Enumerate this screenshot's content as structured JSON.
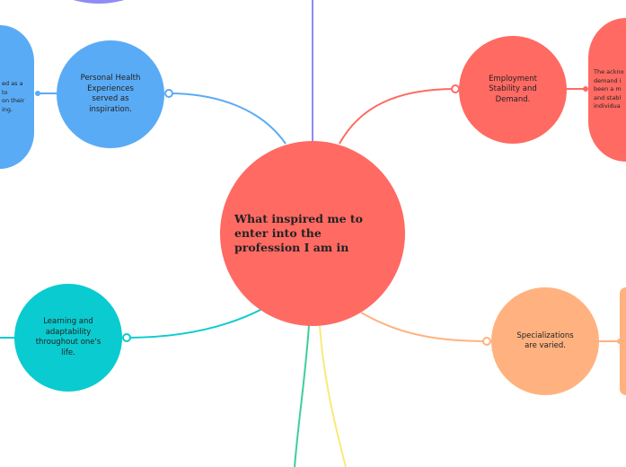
{
  "central_topic": "What inspired me to enter into the profession I am in",
  "branches": [
    {
      "label": "Personal Health Experiences served as inspiration.",
      "color": "#5aabf5",
      "child": "ed as a\nto\non their\ning."
    },
    {
      "label": "Employment Stability and Demand.",
      "color": "#ff6a63",
      "child": "The ackno\ndemand i\nbeen a m\nand stabl\nindividua"
    },
    {
      "label": "Learning and adaptability throughout one's life.",
      "color": "#0acbd0"
    },
    {
      "label": "Specializations are varied.",
      "color": "#ffb27f"
    }
  ],
  "colors": {
    "center": "#ff6a63",
    "purple": "#8f8cf5",
    "green": "#3dcf9a",
    "yellow": "#f7eb7a"
  }
}
